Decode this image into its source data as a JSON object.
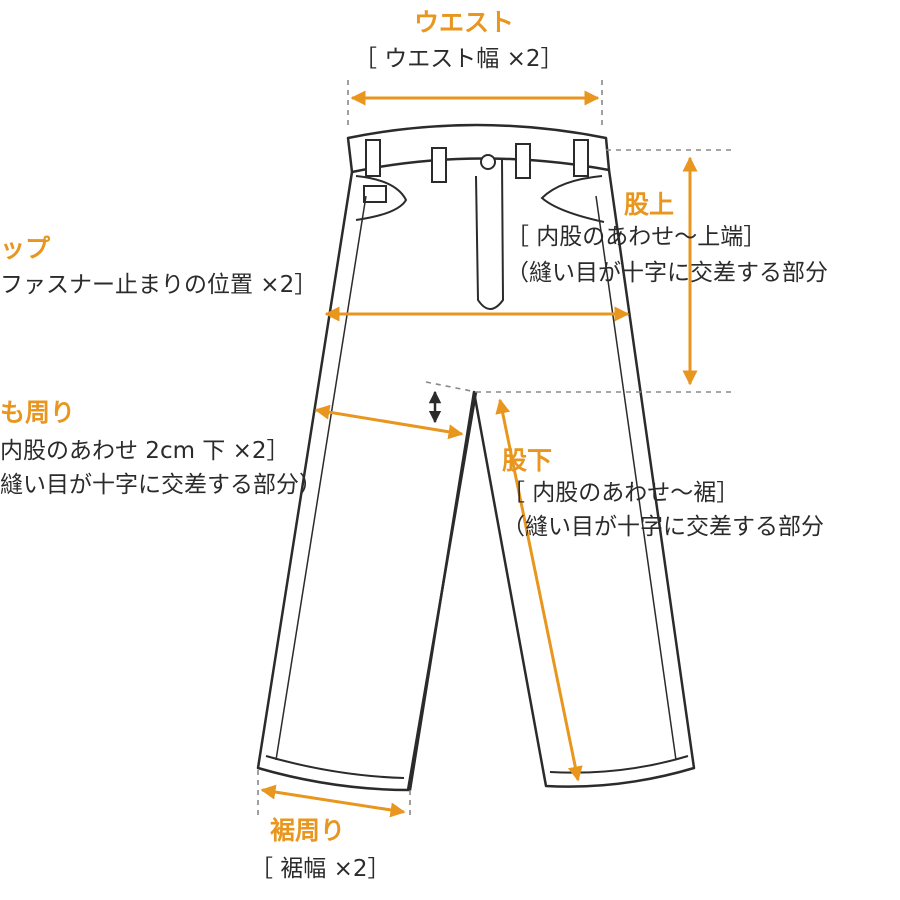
{
  "colors": {
    "accent": "#e8961e",
    "line": "#2b2b2b",
    "guide": "#888888"
  },
  "labels": {
    "waist": {
      "title": "ウエスト",
      "sub": "［ ウエスト幅 ×2］"
    },
    "rise": {
      "title": "股上",
      "sub1": "［ 内股のあわせ〜上端］",
      "sub2": "（縫い目が十字に交差する部分"
    },
    "hip": {
      "title": "ップ",
      "sub": "ファスナー止まりの位置 ×2］"
    },
    "thigh": {
      "title": "も周り",
      "sub1": "内股のあわせ 2cm 下 ×2］",
      "sub2": "縫い目が十字に交差する部分）"
    },
    "inseam": {
      "title": "股下",
      "sub1": "［ 内股のあわせ〜裾］",
      "sub2": "（縫い目が十字に交差する部分"
    },
    "hem": {
      "title": "裾周り",
      "sub": "［ 裾幅 ×2］"
    }
  }
}
